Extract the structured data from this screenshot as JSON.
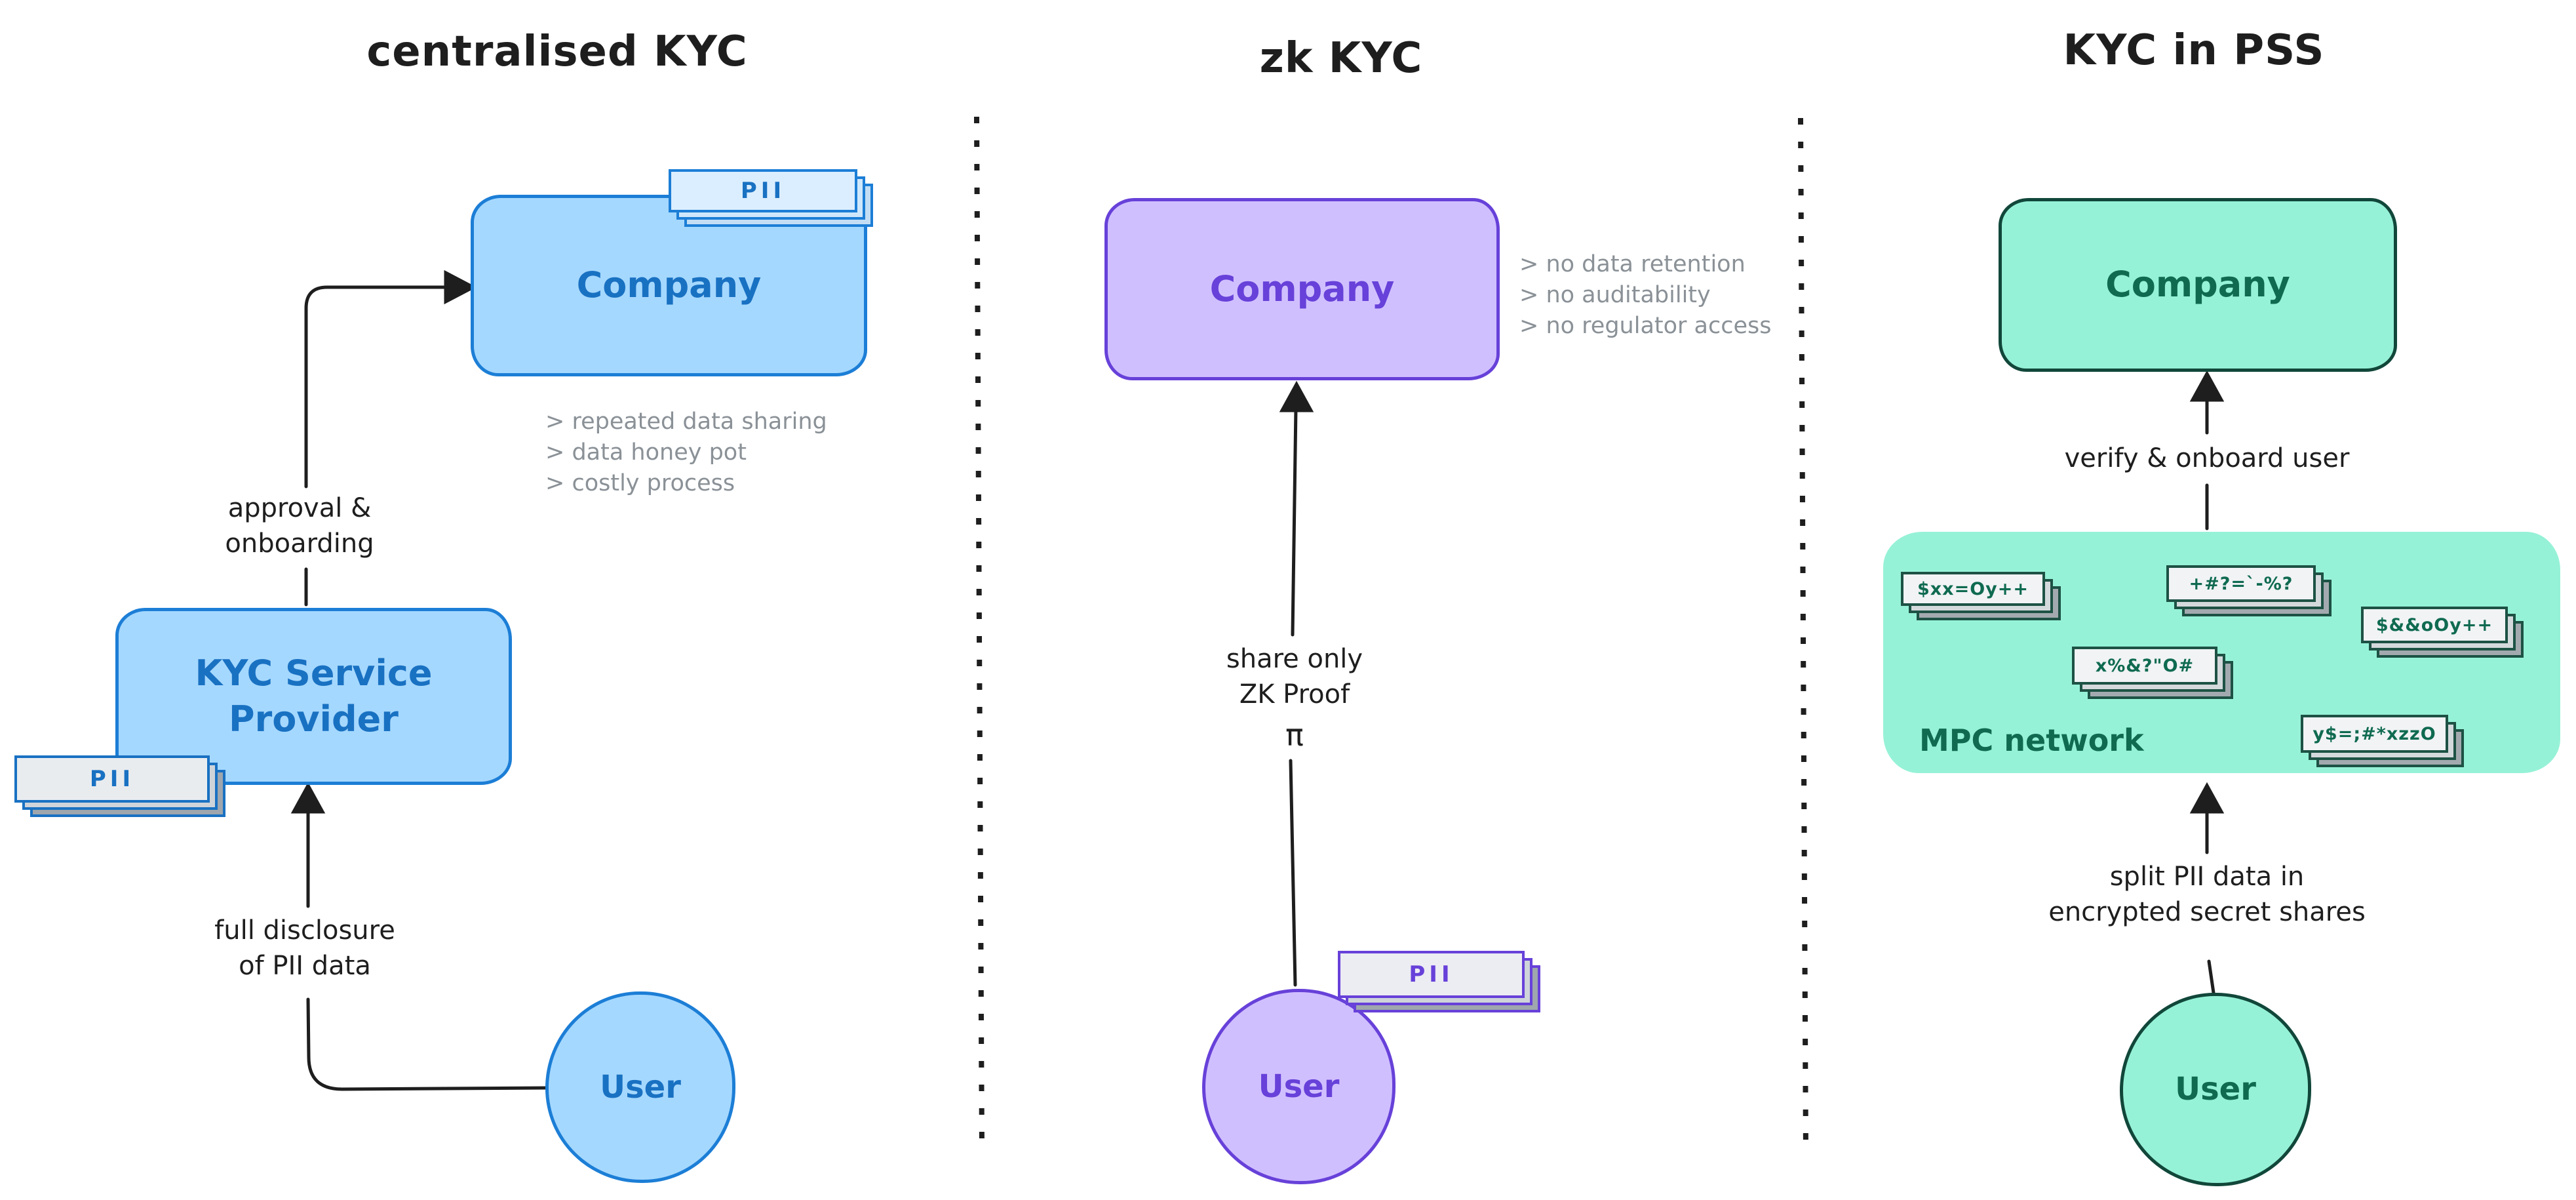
{
  "panels": {
    "left": {
      "title": "centralised KYC",
      "company_label": "Company",
      "company_pii_label": "PII",
      "notes": [
        "> repeated data sharing",
        "> data honey pot",
        "> costly process"
      ],
      "approval_line1": "approval &",
      "approval_line2": "onboarding",
      "provider_line1": "KYC Service",
      "provider_line2": "Provider",
      "provider_pii_label": "PII",
      "disclosure_line1": "full disclosure",
      "disclosure_line2": "of PII data",
      "user_label": "User"
    },
    "middle": {
      "title": "zk KYC",
      "company_label": "Company",
      "notes": [
        "> no data retention",
        "> no auditability",
        "> no regulator access"
      ],
      "share_line1": "share only",
      "share_line2": "ZK Proof",
      "share_line3": "π",
      "pii_label": "PII",
      "user_label": "User"
    },
    "right": {
      "title": "KYC in PSS",
      "company_label": "Company",
      "verify_label": "verify & onboard user",
      "mpc_label": "MPC network",
      "share_tags": [
        "$xx=Oy++",
        "+#?=`-%?",
        "$&&oOy++",
        "x%&?\"O#",
        "y$=;#*xzzO"
      ],
      "split_line1": "split PII data in",
      "split_line2": "encrypted secret shares",
      "user_label": "User"
    }
  },
  "colors": {
    "ink": "#1e1e1e",
    "note_gray": "#8a9197",
    "blue_fill": "#a5d8ff",
    "blue_border": "#1c7ed6",
    "blue_text": "#1971c2",
    "blue_tag_fill": "#dbeeff",
    "purple_fill": "#d0bfff",
    "purple_border": "#6741d9",
    "green_fill": "#96f2d7",
    "green_border": "#11473a",
    "green_text": "#0f6a50",
    "gray_tag_fill": "#e9ecef"
  }
}
